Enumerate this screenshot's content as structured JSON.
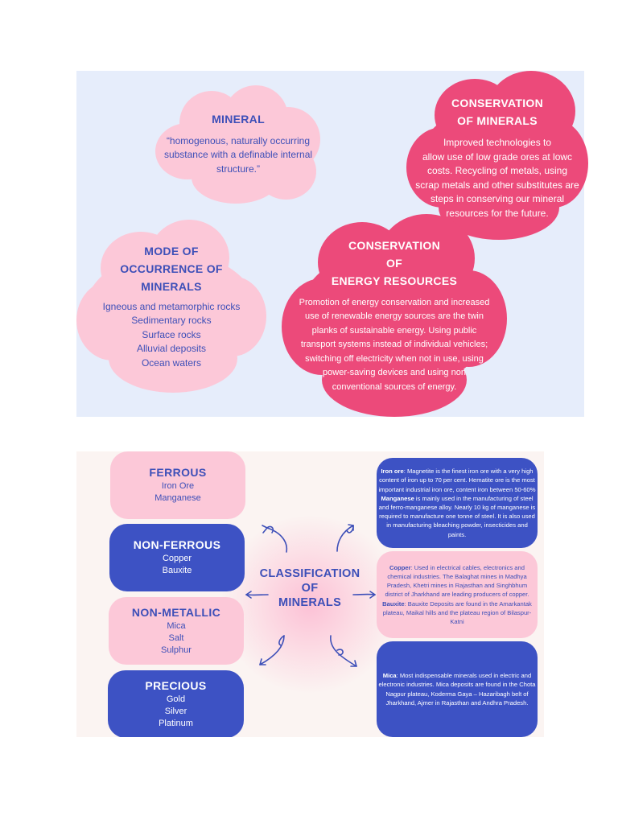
{
  "top": {
    "mineral": {
      "title": "MINERAL",
      "lines": [
        "“homogenous, naturally occurring",
        "substance with a definable internal",
        "structure.”"
      ]
    },
    "conservation_minerals": {
      "title_lines": [
        "CONSERVATION",
        "OF MINERALS"
      ],
      "lines": [
        "Improved technologies to",
        "allow use of low grade ores at lowc",
        "costs. Recycling of metals, using",
        "scrap metals and other substitutes are",
        "steps in conserving our mineral",
        "resources for the future."
      ]
    },
    "mode_occurrence": {
      "title_lines": [
        "MODE OF",
        "OCCURRENCE OF",
        "MINERALS"
      ],
      "lines": [
        "Igneous and metamorphic rocks",
        "Sedimentary rocks",
        "Surface rocks",
        "Alluvial deposits",
        "Ocean waters"
      ]
    },
    "conservation_energy": {
      "title_lines": [
        "CONSERVATION",
        "OF",
        "ENERGY RESOURCES"
      ],
      "lines": [
        "Promotion of energy conservation and increased",
        "use of renewable energy sources are the twin",
        "planks of sustainable energy. Using public",
        "transport systems instead of individual vehicles;",
        "switching off electricity when not in use, using",
        "power-saving devices and using non",
        "conventional sources of energy."
      ]
    }
  },
  "bottom": {
    "center_title_lines": [
      "CLASSIFICATION",
      "OF",
      "MINERALS"
    ],
    "ferrous": {
      "title": "FERROUS",
      "items": [
        "Iron Ore",
        "Manganese"
      ]
    },
    "non_ferrous": {
      "title": "NON-FERROUS",
      "items": [
        "Copper",
        "Bauxite"
      ]
    },
    "non_metallic": {
      "title": "NON-METALLIC",
      "items": [
        "Mica",
        "Salt",
        "Sulphur"
      ]
    },
    "precious": {
      "title": "PRECIOUS",
      "items": [
        "Gold",
        "Silver",
        "Platinum"
      ]
    },
    "info_ferrous": {
      "iron_label": "Iron ore",
      "iron_text": ": Magnetite is the finest iron ore with a very high content of iron up to 70 per cent. Hematite ore is the most important industrial iron ore, content iron between 50-60%",
      "manganese_label": "Manganese",
      "manganese_text": " is mainly used in the manufacturing of steel and ferro-manganese alloy. Nearly 10 kg of manganese is required to manufacture one tonne of steel. It is also used in manufacturing bleaching powder, insecticides and paints."
    },
    "info_non_ferrous": {
      "copper_label": "Copper",
      "copper_text": ": Used in electrical cables, electronics and chemical industries. The Balaghat mines in Madhya Pradesh, Khetri mines in Rajasthan and Singhbhum district of Jharkhand are leading producers of copper.",
      "bauxite_label": "Bauxite",
      "bauxite_text": ": Bauxite Deposits are found in the Amarkantak plateau, Maikal hills and the plateau region of Bilaspur-Katni"
    },
    "info_non_metallic": {
      "mica_label": "Mica",
      "mica_text": ": Most indispensable minerals used in electric and electronic industries. Mica deposits are found in the Chota Nagpur plateau, Koderma Gaya – Hazaribagh belt of Jharkhand, Ajmer in Rajasthan and Andhra Pradesh."
    }
  }
}
